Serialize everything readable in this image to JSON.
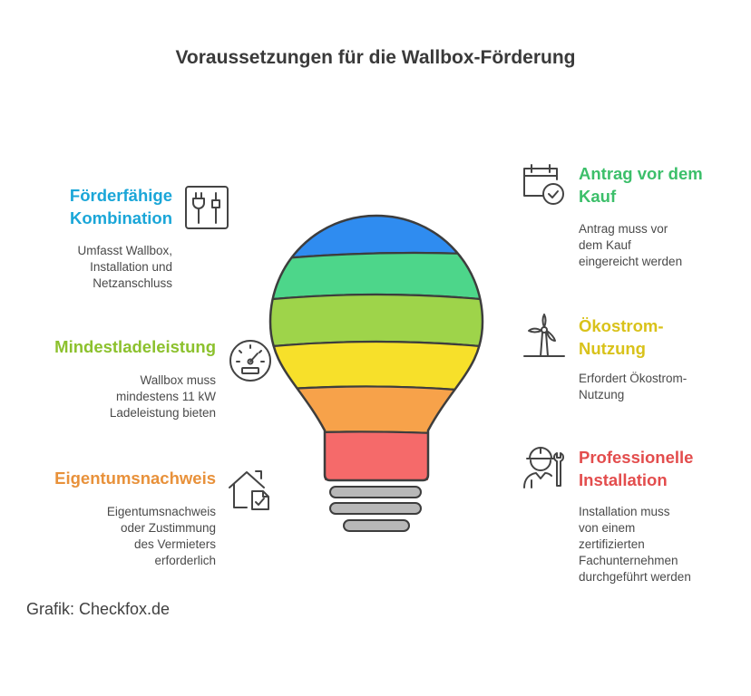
{
  "title": "Voraussetzungen für die Wallbox-Förderung",
  "left": [
    {
      "heading": "Förderfähige\nKombination",
      "text": "Umfasst Wallbox,\nInstallation und\nNetzanschluss",
      "color": "#1aa6d8",
      "icon": "plug-tools-icon"
    },
    {
      "heading": "Mindestladeleistung",
      "text": "Wallbox muss\nmindestens 11 kW\nLadeleistung bieten",
      "color": "#8cc12d",
      "icon": "gauge-icon"
    },
    {
      "heading": "Eigentumsnachweis",
      "text": "Eigentumsnachweis\noder Zustimmung\ndes Vermieters\nerforderlich",
      "color": "#e8913a",
      "icon": "house-document-icon"
    }
  ],
  "right": [
    {
      "heading": "Antrag vor dem\nKauf",
      "text": "Antrag muss vor\ndem Kauf\neingereicht werden",
      "color": "#3cbf6a",
      "icon": "calendar-check-icon"
    },
    {
      "heading": "Ökostrom-\nNutzung",
      "text": "Erfordert Ökostrom-\nNutzung",
      "color": "#d9c21a",
      "icon": "wind-turbine-icon"
    },
    {
      "heading": "Professionelle\nInstallation",
      "text": "Installation muss\nvon einem\nzertifizierten\nFachunternehmen\ndurchgeführt werden",
      "color": "#e34d4d",
      "icon": "worker-wrench-icon"
    }
  ],
  "credit": "Grafik: Checkfox.de",
  "bulb_colors": [
    "#2f8cf0",
    "#4dd68a",
    "#9ed44a",
    "#f7e02a",
    "#f7a24a",
    "#f56a6a"
  ]
}
